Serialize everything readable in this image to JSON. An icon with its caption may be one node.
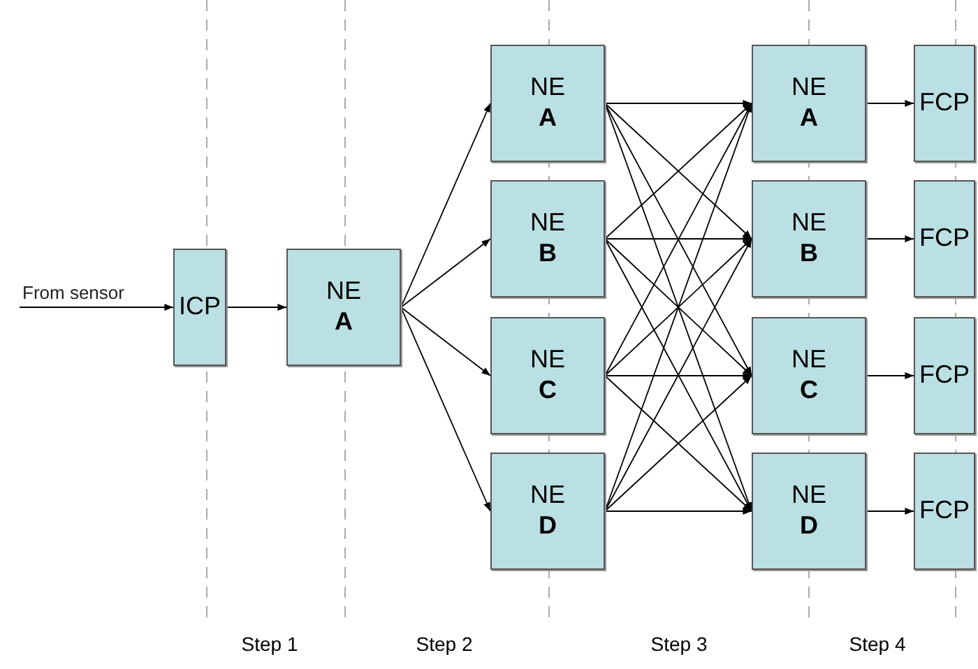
{
  "diagram": {
    "nodes": [
      {
        "text": [
          "ICP"
        ]
      },
      {
        "text": [
          "NE **A**"
        ]
      },
      {
        "text": [
          "NE **A**"
        ]
      },
      {
        "text": [
          "NE **B**"
        ]
      },
      {
        "text": [
          "NE **C**"
        ]
      },
      {
        "text": [
          "NE **D**"
        ]
      },
      {
        "text": [
          "NE **A**"
        ]
      },
      {
        "text": [
          "NE **B**"
        ]
      },
      {
        "text": [
          "NE **C**"
        ]
      },
      {
        "text": [
          "NE **D**"
        ]
      },
      {
        "text": [
          "FCP"
        ]
      },
      {
        "text": [
          "FCP"
        ]
      },
      {
        "text": [
          "FCP"
        ]
      },
      {
        "text": [
          "FCP"
        ]
      }
    ],
    "edges": [
      {
        "from": null,
        "to": 0,
        "arrow": "to",
        "label": "From sensor"
      },
      {
        "from": 0,
        "to": 1,
        "arrow": "to"
      },
      {
        "from": 1,
        "to": 2,
        "arrow": "to"
      },
      {
        "from": 1,
        "to": 3,
        "arrow": "to"
      },
      {
        "from": 1,
        "to": 4,
        "arrow": "to"
      },
      {
        "from": 1,
        "to": 5,
        "arrow": "to"
      },
      {
        "from": 2,
        "to": 6,
        "arrow": "to"
      },
      {
        "from": 2,
        "to": 7,
        "arrow": "to"
      },
      {
        "from": 2,
        "to": 8,
        "arrow": "to"
      },
      {
        "from": 2,
        "to": 9,
        "arrow": "to"
      },
      {
        "from": 3,
        "to": 6,
        "arrow": "to"
      },
      {
        "from": 3,
        "to": 7,
        "arrow": "to"
      },
      {
        "from": 3,
        "to": 8,
        "arrow": "to"
      },
      {
        "from": 3,
        "to": 9,
        "arrow": "to"
      },
      {
        "from": 4,
        "to": 6,
        "arrow": "to"
      },
      {
        "from": 4,
        "to": 7,
        "arrow": "to"
      },
      {
        "from": 4,
        "to": 8,
        "arrow": "to"
      },
      {
        "from": 4,
        "to": 9,
        "arrow": "to"
      },
      {
        "from": 5,
        "to": 6,
        "arrow": "to"
      },
      {
        "from": 5,
        "to": 7,
        "arrow": "to"
      },
      {
        "from": 5,
        "to": 8,
        "arrow": "to"
      },
      {
        "from": 5,
        "to": 9,
        "arrow": "to"
      },
      {
        "from": 6,
        "to": 10,
        "arrow": "to"
      },
      {
        "from": 7,
        "to": 11,
        "arrow": "to"
      },
      {
        "from": 8,
        "to": 12,
        "arrow": "to"
      },
      {
        "from": 9,
        "to": 13,
        "arrow": "to"
      }
    ],
    "labels": [
      "Step 1",
      "Step 2",
      "Step 3",
      "Step 4"
    ]
  }
}
